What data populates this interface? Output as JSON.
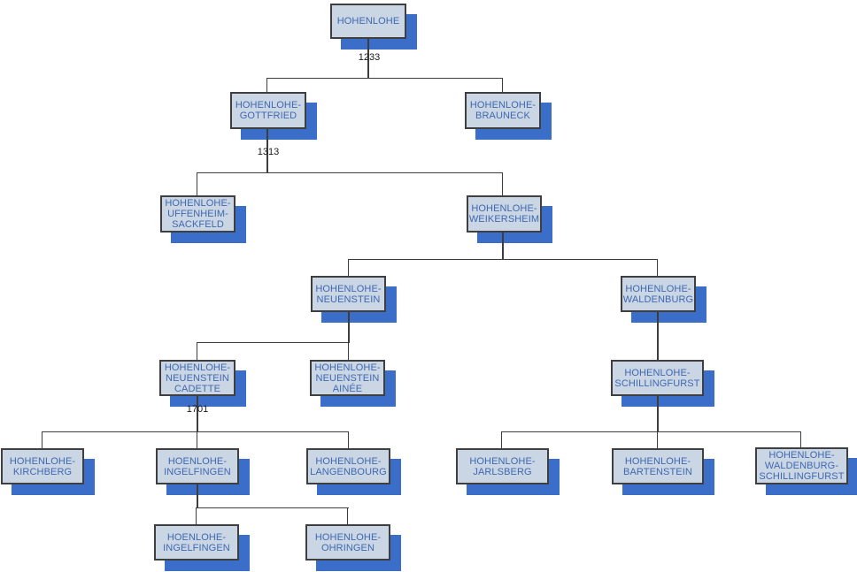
{
  "nodes": {
    "hohenlohe": {
      "label": "HOHENLOHE"
    },
    "gottfried": {
      "label": "HOHENLOHE-\nGOTTFRIED"
    },
    "brauneck": {
      "label": "HOHENLOHE-\nBRAUNECK"
    },
    "uffenheim_sackfeld": {
      "label": "HOHENLOHE-\nUFFENHEIM-\nSACKFELD"
    },
    "weikersheim": {
      "label": "HOHENLOHE-\nWEIKERSHEIM"
    },
    "neuenstein": {
      "label": "HOHENLOHE-\nNEUENSTEIN"
    },
    "waldenburg": {
      "label": "HOHENLOHE-\nWALDENBURG"
    },
    "neuenstein_cadette": {
      "label": "HOHENLOHE-\nNEUENSTEIN\nCADETTE"
    },
    "neuenstein_ainee": {
      "label": "HOHENLOHE-\nNEUENSTEIN\nAINÉE"
    },
    "schillingfurst": {
      "label": "HOHENLOHE-\nSCHILLINGFURST"
    },
    "kirchberg": {
      "label": "HOHENLOHE-\nKIRCHBERG"
    },
    "ingelfingen": {
      "label": "HOENLOHE-\nINGELFINGEN"
    },
    "langenbourg": {
      "label": "HOHENLOHE-\nLANGENBOURG"
    },
    "jarlsberg": {
      "label": "HOHENLOHE-\nJARLSBERG"
    },
    "bartenstein": {
      "label": "HOHENLOHE-\nBARTENSTEIN"
    },
    "waldenburg_schillingfurst": {
      "label": "HOHENLOHE-\nWALDENBURG-\nSCHILLINGFURST"
    },
    "ingelfingen_cadet": {
      "label": "HOENLOHE-\nINGELFINGEN"
    },
    "ohringen": {
      "label": "HOHENLOHE-\nOHRINGEN"
    }
  },
  "edge_labels": {
    "hohenlohe_split_year": "1233",
    "gottfried_split_year": "1313",
    "neuenstein_cadette_split_year": "1701"
  },
  "colors": {
    "node_fill": "#cad6e4",
    "node_border": "#3f3f3f",
    "node_text": "#3e68b2",
    "node_shadow": "#3b6ec8",
    "connector": "#3d3d3d",
    "year_text": "#1a1a1a",
    "background": "#ffffff"
  }
}
